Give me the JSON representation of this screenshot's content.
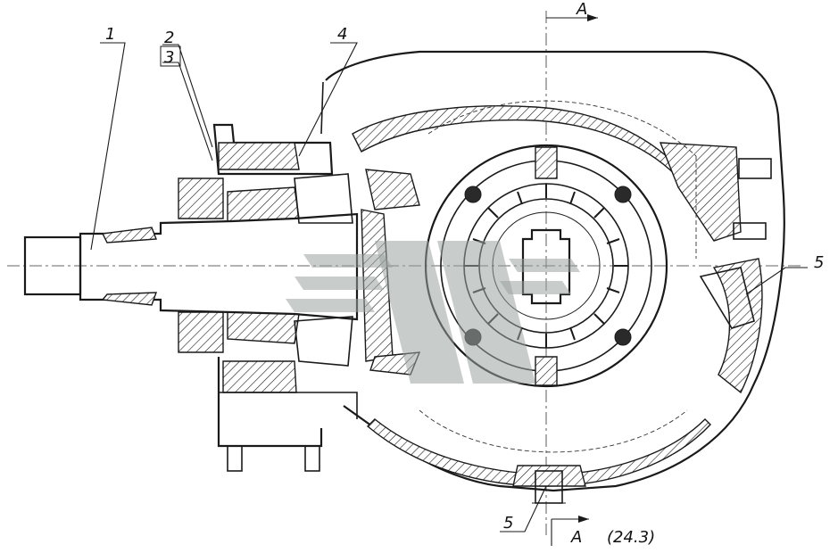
{
  "labels": {
    "part_1": "1",
    "part_2": "2",
    "part_3": "3",
    "part_4": "4",
    "part_5_right": "5",
    "part_5_bottom": "5"
  },
  "section_marks": {
    "top": "A",
    "bottom": "A",
    "bottom_reference": "(24.3)"
  },
  "colors": {
    "line": "#1a1a1a",
    "watermark": "#9aa3a0",
    "background": "#ffffff"
  }
}
